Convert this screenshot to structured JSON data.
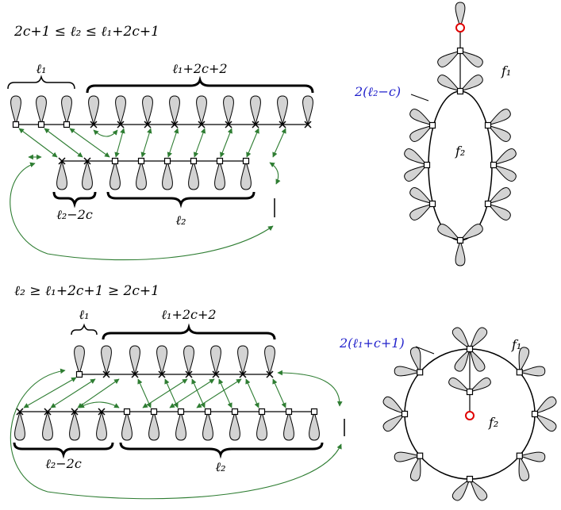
{
  "colors": {
    "petal_fill": "#d3d3d3",
    "stroke": "#000000",
    "arrow": "#2e7d32",
    "highlight_text": "#2222cc",
    "highlight_vertex": "#e00000"
  },
  "top": {
    "condition": "2c+1 ≤ ℓ₂ ≤ ℓ₁+2c+1",
    "brace_top_left": "ℓ₁",
    "brace_top_right": "ℓ₁+2c+2",
    "brace_bottom_left": "ℓ₂−2c",
    "brace_bottom_right": "ℓ₂",
    "face_outer": "f₁",
    "face_inner": "f₂",
    "face_annotation": "2(ℓ₂−c)"
  },
  "bottom": {
    "condition": "ℓ₂ ≥ ℓ₁+2c+1 ≥ 2c+1",
    "brace_top_left": "ℓ₁",
    "brace_top_right": "ℓ₁+2c+2",
    "brace_bottom_left": "ℓ₂−2c",
    "brace_bottom_right": "ℓ₂",
    "face_outer": "f₁",
    "face_inner": "f₂",
    "face_annotation": "2(ℓ₁+c+1)"
  }
}
